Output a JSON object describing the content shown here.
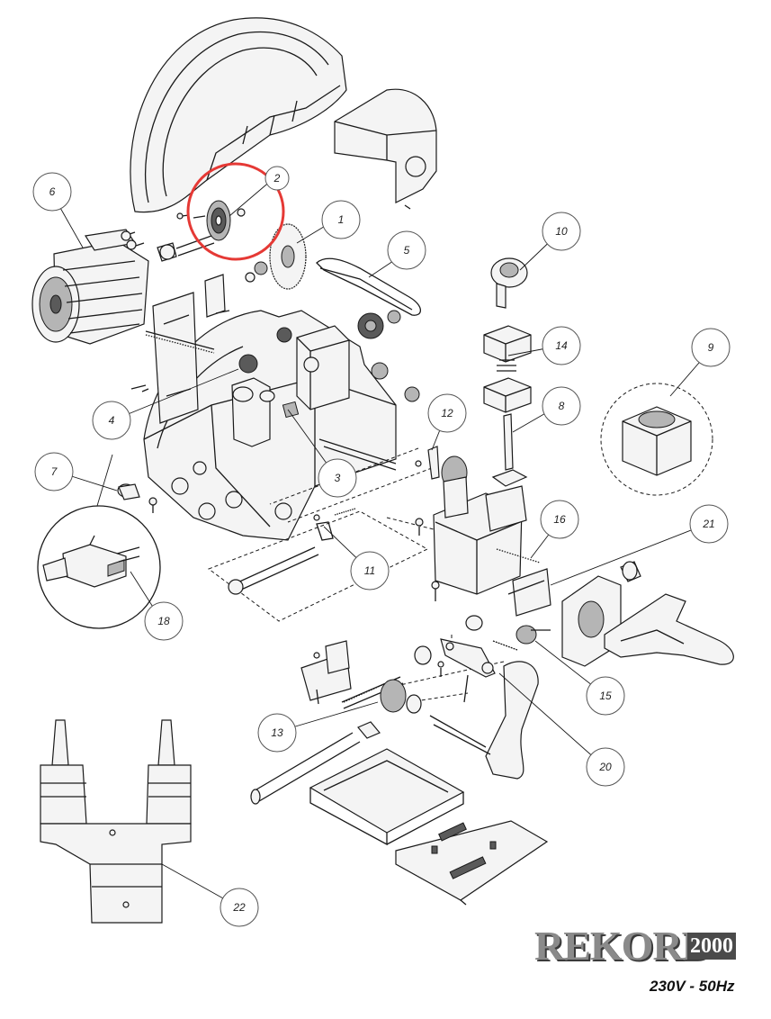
{
  "brand": {
    "name": "REKORD",
    "model": "2000",
    "voltage": "230V - 50Hz"
  },
  "colors": {
    "highlight": "#e53935",
    "line": "#1a1a1a"
  },
  "callouts": [
    "1",
    "2",
    "3",
    "4",
    "5",
    "6",
    "7",
    "8",
    "9",
    "10",
    "11",
    "12",
    "13",
    "14",
    "15",
    "16",
    "18",
    "20",
    "21",
    "22"
  ],
  "highlighted_part": "2"
}
